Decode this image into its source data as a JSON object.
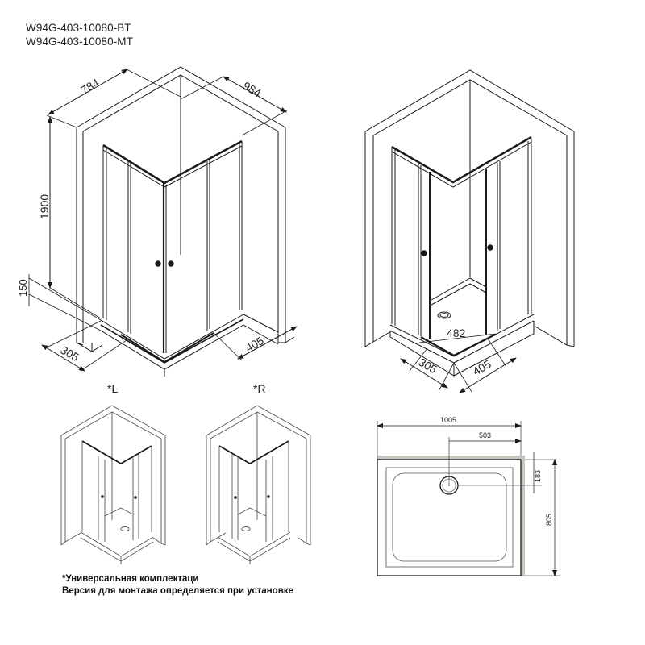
{
  "header": {
    "model_codes": [
      "W94G-403-10080-BT",
      "W94G-403-10080-MT"
    ]
  },
  "views": {
    "iso_dimensioned": {
      "name": "Isometric view with overall dimensions",
      "dimensions": {
        "width_left": "784",
        "width_right": "984",
        "height": "1900",
        "tray_height": "150",
        "door_left": "305",
        "door_right": "405"
      }
    },
    "iso_entry": {
      "name": "Isometric view with entry opening",
      "dimensions": {
        "entry": "482",
        "door_left": "305",
        "door_right": "405"
      }
    },
    "variants": [
      {
        "label": "*L"
      },
      {
        "label": "*R"
      }
    ],
    "tray_plan": {
      "name": "Shower tray plan view",
      "dimensions": {
        "width": "1005",
        "drain_offset_x": "503",
        "drain_offset_y": "183",
        "depth": "805"
      }
    }
  },
  "footnote": {
    "line1": "*Универсальная комплектаци",
    "line2": "Версия для монтажа определяется при установке"
  },
  "colors": {
    "line": "#1a1a1a",
    "tray_shadow": "#c8c6be"
  }
}
